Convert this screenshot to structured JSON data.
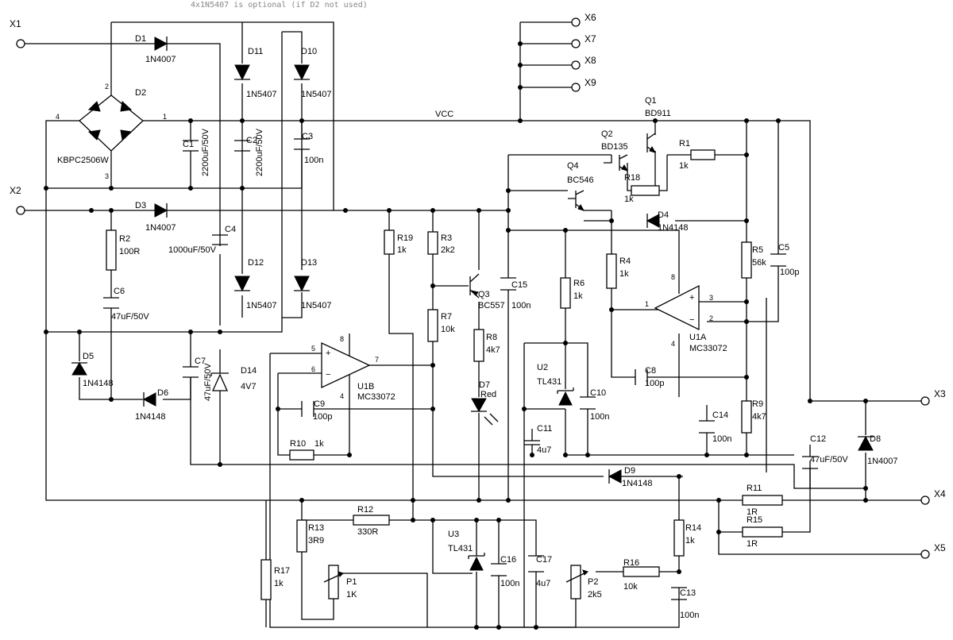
{
  "note": "4x1N5407 is optional (if D2 not used)",
  "net_vcc": "VCC",
  "terminals": {
    "x1": "X1",
    "x2": "X2",
    "x3": "X3",
    "x4": "X4",
    "x5": "X5",
    "x6": "X6",
    "x7": "X7",
    "x8": "X8",
    "x9": "X9"
  },
  "d1": {
    "ref": "D1",
    "val": "1N4007"
  },
  "d2": {
    "ref": "D2",
    "val": "KBPC2506W",
    "pin1": "1",
    "pin2": "2",
    "pin3": "3",
    "pin4": "4"
  },
  "d3": {
    "ref": "D3",
    "val": "1N4007"
  },
  "d4": {
    "ref": "D4",
    "val": "1N4148"
  },
  "d5": {
    "ref": "D5",
    "val": "1N4148"
  },
  "d6": {
    "ref": "D6",
    "val": "1N4148"
  },
  "d7": {
    "ref": "D7",
    "val": "Red"
  },
  "d8": {
    "ref": "D8",
    "val": "1N4007"
  },
  "d9": {
    "ref": "D9",
    "val": "1N4148"
  },
  "d10": {
    "ref": "D10",
    "val": "1N5407"
  },
  "d11": {
    "ref": "D11",
    "val": "1N5407"
  },
  "d12": {
    "ref": "D12",
    "val": "1N5407"
  },
  "d13": {
    "ref": "D13",
    "val": "1N5407"
  },
  "d14": {
    "ref": "D14",
    "val": "4V7"
  },
  "c1": {
    "ref": "C1",
    "val": "2200uF/50V"
  },
  "c2": {
    "ref": "C2",
    "val": "2200uF/50V"
  },
  "c3": {
    "ref": "C3",
    "val": "100n"
  },
  "c4": {
    "ref": "C4",
    "val": "1000uF/50V"
  },
  "c5": {
    "ref": "C5",
    "val": "100p"
  },
  "c6": {
    "ref": "C6",
    "val": "47uF/50V"
  },
  "c7": {
    "ref": "C7",
    "val": "47uF/50V"
  },
  "c8": {
    "ref": "C8",
    "val": "100p"
  },
  "c9": {
    "ref": "C9",
    "val": "100p"
  },
  "c10": {
    "ref": "C10",
    "val": "100n"
  },
  "c11": {
    "ref": "C11",
    "val": "4u7"
  },
  "c12": {
    "ref": "C12",
    "val": "47uF/50V"
  },
  "c13": {
    "ref": "C13",
    "val": "100n"
  },
  "c14": {
    "ref": "C14",
    "val": "100n"
  },
  "c15": {
    "ref": "C15",
    "val": "100n"
  },
  "c16": {
    "ref": "C16",
    "val": "100n"
  },
  "c17": {
    "ref": "C17",
    "val": "4u7"
  },
  "r1": {
    "ref": "R1",
    "val": "1k"
  },
  "r2": {
    "ref": "R2",
    "val": "100R"
  },
  "r3": {
    "ref": "R3",
    "val": "2k2"
  },
  "r4": {
    "ref": "R4",
    "val": "1k"
  },
  "r5": {
    "ref": "R5",
    "val": "56k"
  },
  "r6": {
    "ref": "R6",
    "val": "1k"
  },
  "r7": {
    "ref": "R7",
    "val": "10k"
  },
  "r8": {
    "ref": "R8",
    "val": "4k7"
  },
  "r9": {
    "ref": "R9",
    "val": "4k7"
  },
  "r10": {
    "ref": "R10",
    "val": "1k"
  },
  "r11": {
    "ref": "R11",
    "val": "1R"
  },
  "r12": {
    "ref": "R12",
    "val": "330R"
  },
  "r13": {
    "ref": "R13",
    "val": "3R9"
  },
  "r14": {
    "ref": "R14",
    "val": "1k"
  },
  "r15": {
    "ref": "R15",
    "val": "1R"
  },
  "r16": {
    "ref": "R16",
    "val": "10k"
  },
  "r17": {
    "ref": "R17",
    "val": "1k"
  },
  "r18": {
    "ref": "R18",
    "val": "1k"
  },
  "r19": {
    "ref": "R19",
    "val": "1k"
  },
  "p1": {
    "ref": "P1",
    "val": "1K"
  },
  "p2": {
    "ref": "P2",
    "val": "2k5"
  },
  "q1": {
    "ref": "Q1",
    "val": "BD911"
  },
  "q2": {
    "ref": "Q2",
    "val": "BD135"
  },
  "q3": {
    "ref": "Q3",
    "val": "BC557"
  },
  "q4": {
    "ref": "Q4",
    "val": "BC546"
  },
  "u1a": {
    "ref": "U1A",
    "val": "MC33072",
    "pin1": "1",
    "pin2": "2",
    "pin3": "3",
    "pin4": "4",
    "pin8": "8"
  },
  "u1b": {
    "ref": "U1B",
    "val": "MC33072",
    "pin5": "5",
    "pin6": "6",
    "pin7": "7",
    "pin4": "4",
    "pin8": "8"
  },
  "u2": {
    "ref": "U2",
    "val": "TL431"
  },
  "u3": {
    "ref": "U3",
    "val": "TL431"
  }
}
